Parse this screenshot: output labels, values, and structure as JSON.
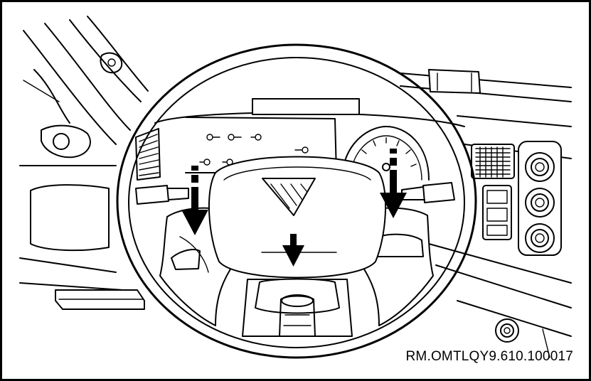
{
  "figure": {
    "reference_code": "RM.OMTLQY9.610.100017"
  },
  "colors": {
    "line": "#000000",
    "background": "#ffffff"
  },
  "arrows": [
    {
      "id": "left-spoke-arrow",
      "direction": "down"
    },
    {
      "id": "lower-center-arrow",
      "direction": "down"
    },
    {
      "id": "right-spoke-arrow",
      "direction": "down"
    }
  ]
}
